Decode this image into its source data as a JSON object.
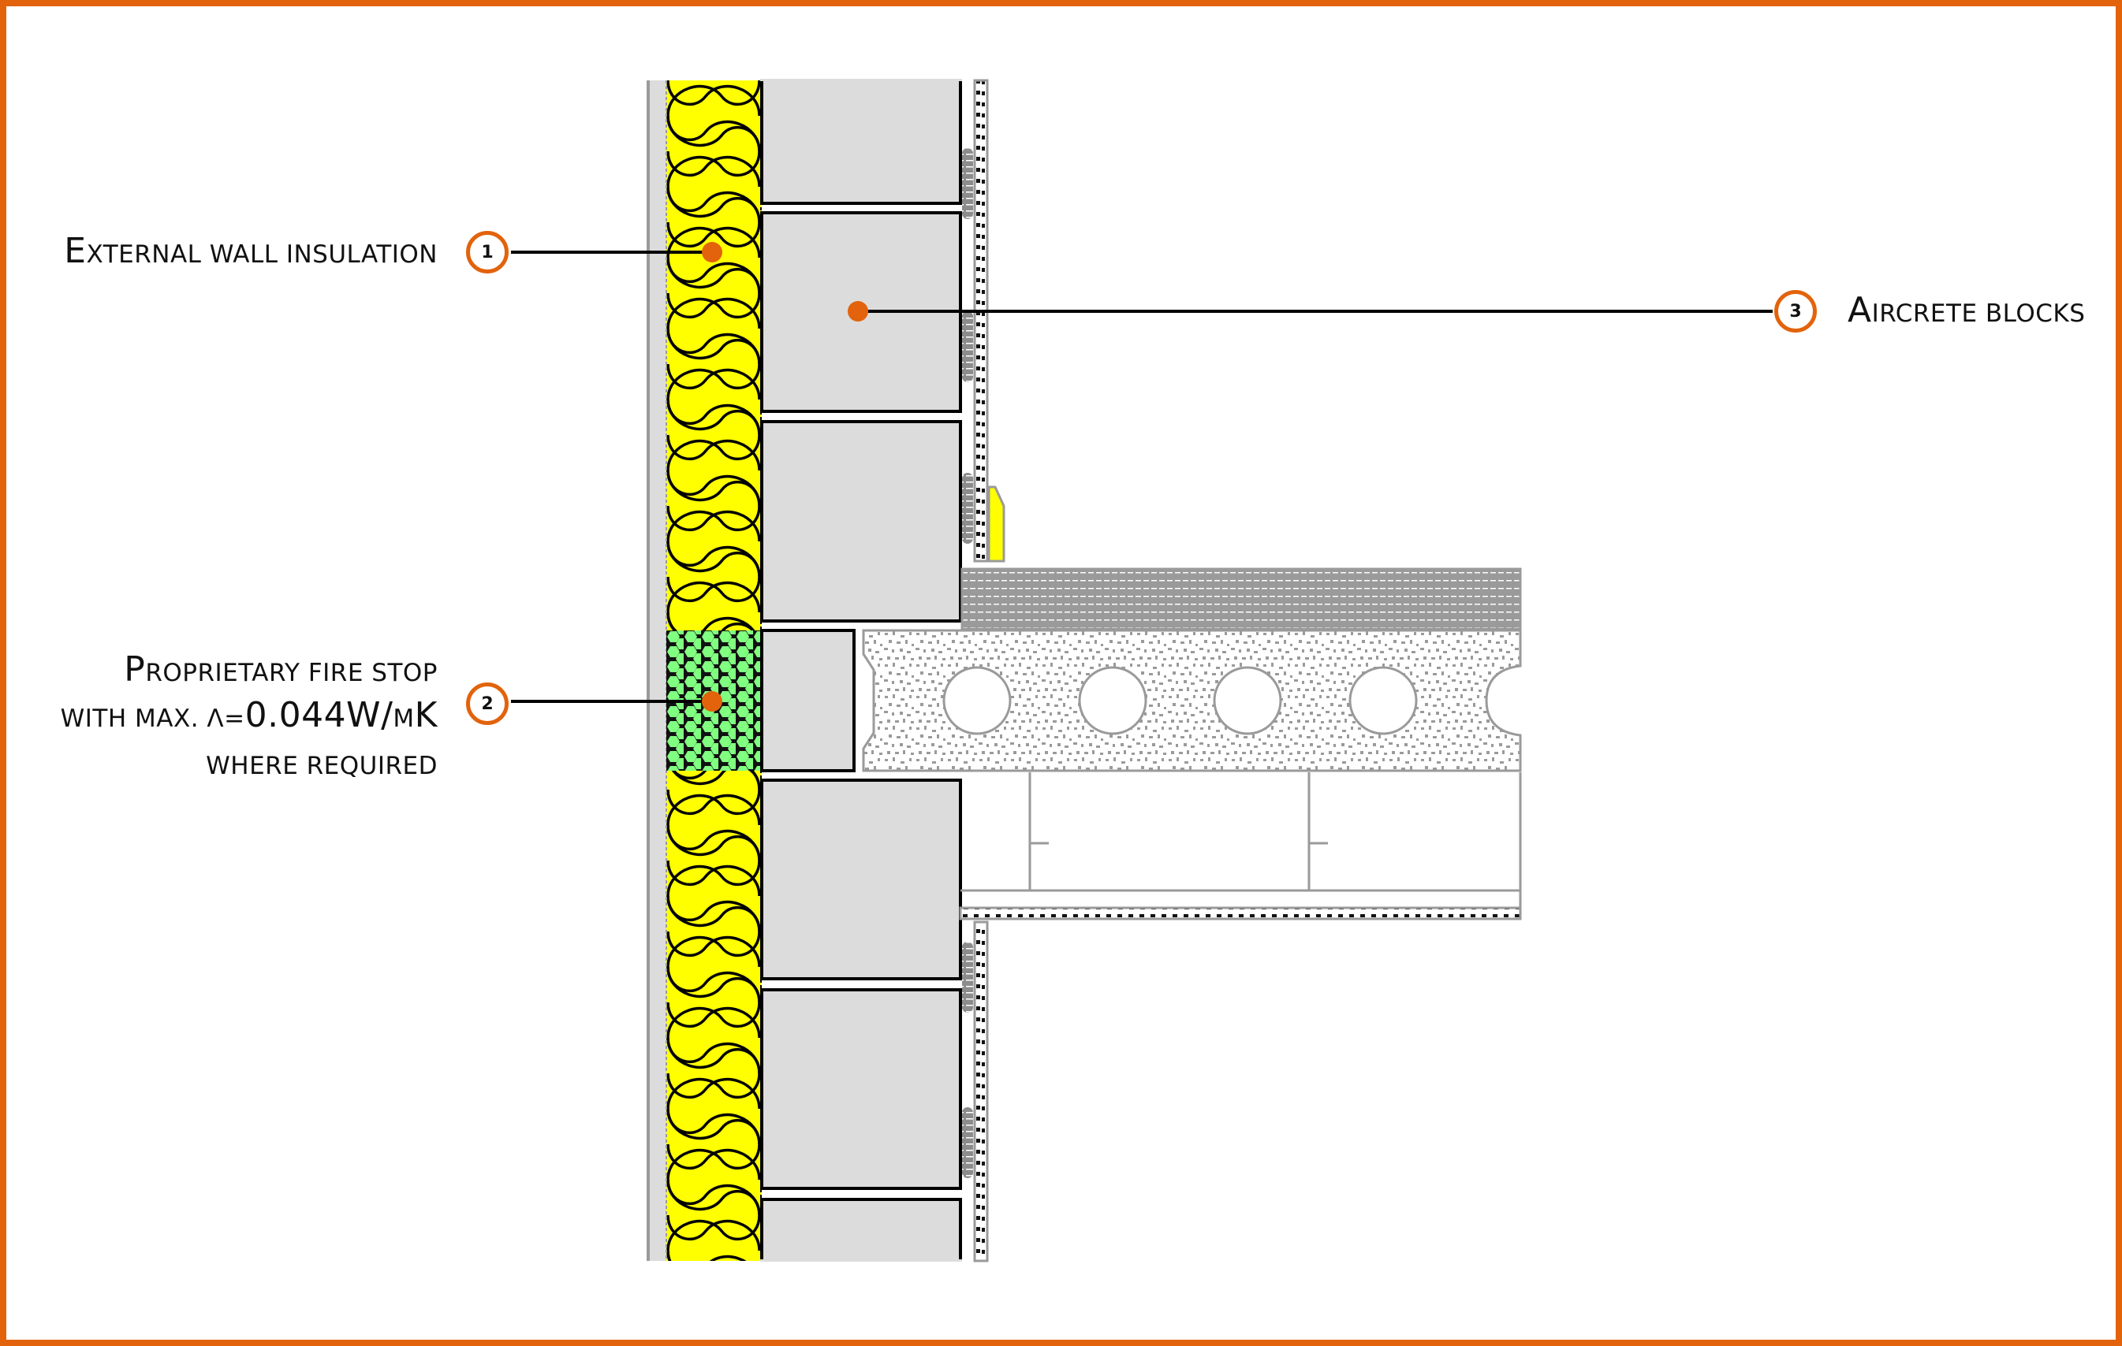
{
  "frame": {
    "border_color": "#E2630C"
  },
  "callouts": [
    {
      "number": "1",
      "label_first": "E",
      "label_rest": "xternal wall insulation",
      "full_text": "External wall insulation",
      "target": "insulation layer"
    },
    {
      "number": "2",
      "line1_first": "P",
      "line1_rest": "roprietary fire stop",
      "line2_prefix": "with max. λ=",
      "line2_value": "0.044W/",
      "line2_unit_small": "m",
      "line2_unit_big": "K",
      "line3": "where required",
      "full_text": "Proprietary fire stop with max. λ=0.044W/mK where required",
      "target": "fire stop at floor level"
    },
    {
      "number": "3",
      "label_first": "A",
      "label_rest": "ircrete blocks",
      "full_text": "Aircrete blocks",
      "target": "inner masonry leaf"
    }
  ],
  "materials": {
    "render_color": "#DCDCDC",
    "insulation_color": "#FFFF00",
    "fire_stop_color": "#80FF80",
    "block_color": "#DCDCDC",
    "slab_color": "#9A9A9A",
    "line_color": "#000000",
    "marker_color": "#E2630C"
  }
}
